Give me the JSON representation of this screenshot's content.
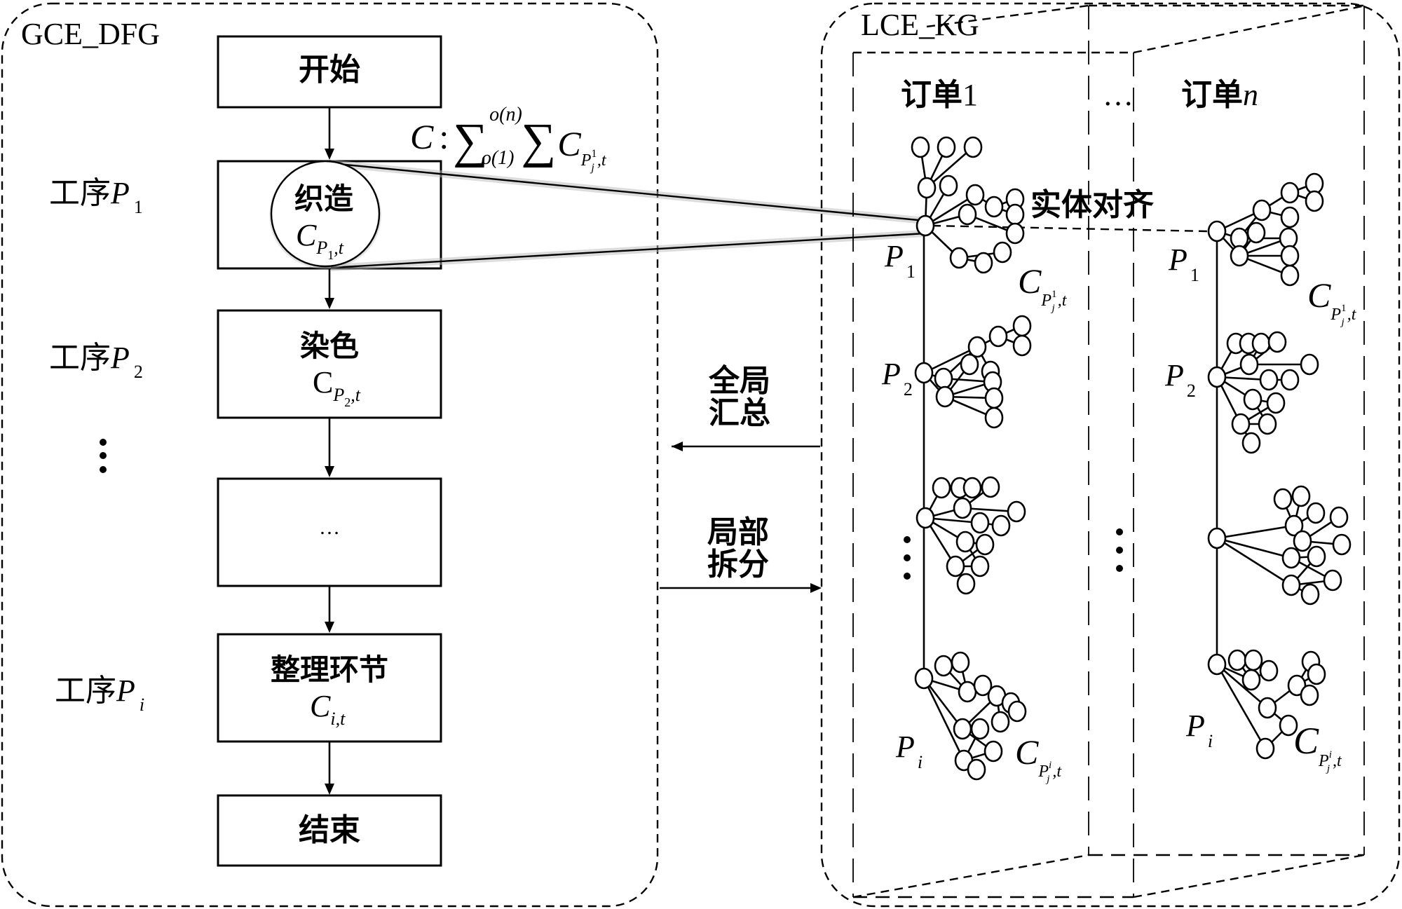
{
  "left_panel": {
    "title": "GCE_DFG",
    "flow_steps": [
      {
        "id": "start",
        "label": "开始",
        "sub": ""
      },
      {
        "id": "weaving",
        "label": "织造",
        "sub_base": "C",
        "sub_sub": "P",
        "sub_subsub": "1",
        "sub_tail": ",t"
      },
      {
        "id": "dyeing",
        "label": "染色",
        "sub_base": "C",
        "sub_sub": "P",
        "sub_subsub": "2",
        "sub_tail": ",t"
      },
      {
        "id": "ellipsis",
        "label": "…"
      },
      {
        "id": "finishing",
        "label": "整理环节",
        "sub_base": "C",
        "sub_sub": "i,t"
      },
      {
        "id": "end",
        "label": "结束"
      }
    ],
    "process_labels": [
      {
        "prefix": "工序",
        "var": "P",
        "sub": "1"
      },
      {
        "prefix": "工序",
        "var": "P",
        "sub": "2"
      },
      {
        "prefix": "工序",
        "var": "P",
        "sub": "i"
      }
    ],
    "vertical_ellipsis": "⋮"
  },
  "formula": {
    "lhs": "C",
    "colon": ":",
    "sigma": "∑",
    "upper": "o(n)",
    "lower": "o(1)",
    "term_base": "C",
    "term_sub": "P",
    "term_sub_sup": "1",
    "term_sub_sub": "j",
    "term_tail": ",t"
  },
  "middle": {
    "global_label_line1": "全局",
    "global_label_line2": "汇总",
    "local_label_line1": "局部",
    "local_label_line2": "拆分"
  },
  "right_panel": {
    "title": "LCE_KG",
    "order_first": "订单1",
    "order_first_prefix": "订单",
    "order_first_num": "1",
    "order_last_prefix": "订单",
    "order_last_var": "n",
    "orders_ellipsis": "…",
    "entity_alignment": "实体对齐",
    "node_labels": {
      "p1": {
        "var": "P",
        "sub": "1"
      },
      "p2": {
        "var": "P",
        "sub": "2"
      },
      "pi": {
        "var": "P",
        "sub": "i"
      }
    },
    "cost_labels": {
      "first": {
        "base": "C",
        "sub": "P",
        "sup": "1",
        "subsub": "j",
        "tail": ",t"
      },
      "last": {
        "base": "C",
        "sub": "P",
        "sup": "i",
        "subsub": "j",
        "tail": ",t"
      }
    },
    "vertical_ellipsis": "⋮"
  }
}
